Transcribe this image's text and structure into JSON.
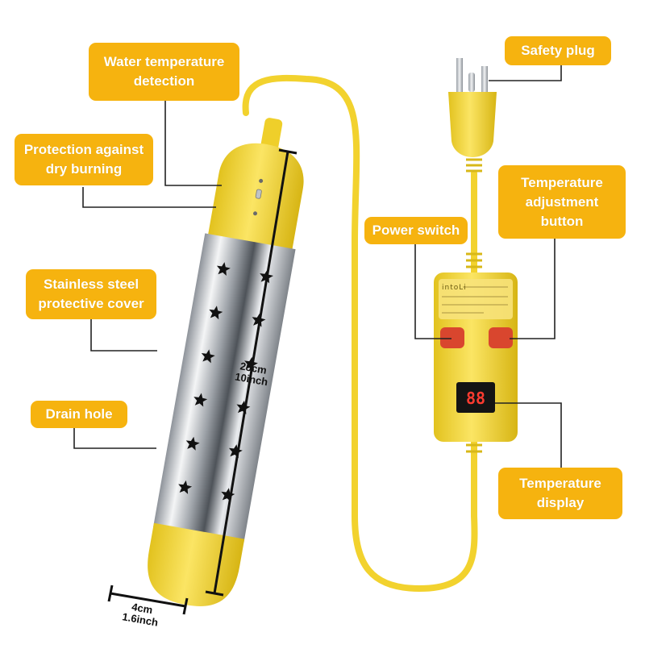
{
  "labels": {
    "water_temp": [
      "Water temperature",
      "detection"
    ],
    "dry_burning": [
      "Protection against",
      "dry burning"
    ],
    "stainless": [
      "Stainless steel",
      "protective cover"
    ],
    "drain_hole": "Drain hole",
    "safety_plug": "Safety plug",
    "temp_adjust": [
      "Temperature",
      "adjustment",
      "button"
    ],
    "power_switch": "Power switch",
    "temp_display": [
      "Temperature",
      "display"
    ]
  },
  "dimensions": {
    "length_cm": "25cm",
    "length_in": "10inch",
    "width_cm": "4cm",
    "width_in": "1.6inch"
  },
  "control_box": {
    "brand": "intoLi",
    "display_value": "88"
  },
  "colors": {
    "callout": "#F6B30F",
    "product_yellow": "#F4D63A",
    "steel": "#C9CCD0",
    "button_red": "#D9462E",
    "display_red": "#FF3B30"
  }
}
